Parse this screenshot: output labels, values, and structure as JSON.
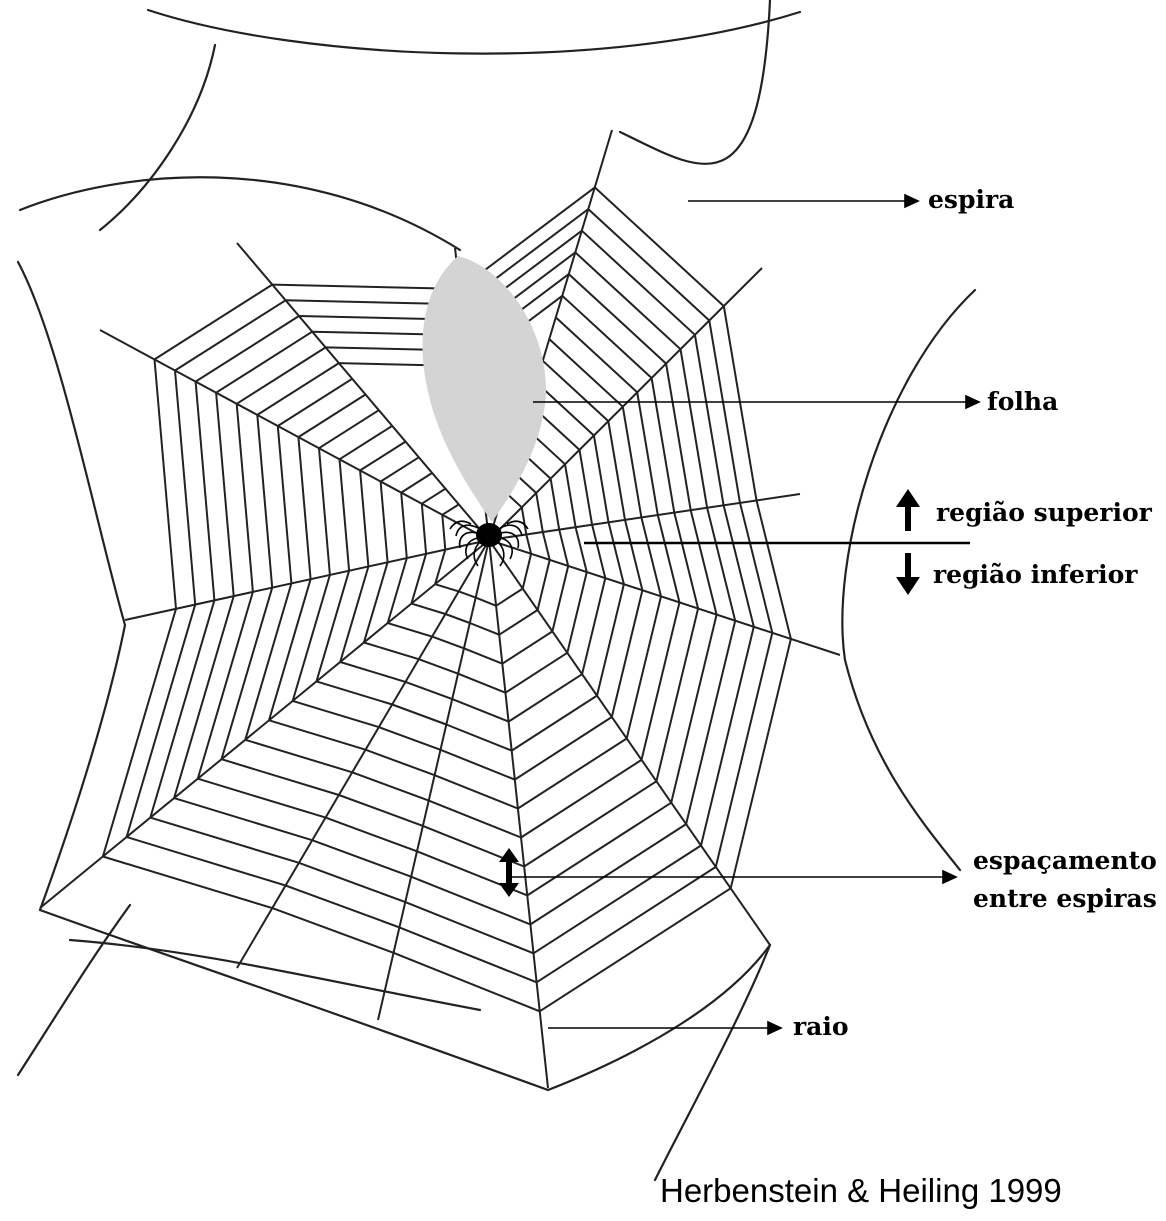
{
  "labels": {
    "spiral": "espira",
    "leaf": "folha",
    "upper_region": "região superior",
    "lower_region": "região inferior",
    "spacing_line1": "espaçamento",
    "spacing_line2": "entre espiras",
    "radius": "raio"
  },
  "credit": "Herbenstein & Heiling 1999",
  "colors": {
    "line": "#222222",
    "leaf": "#d4d4d4",
    "spider": "#000000"
  },
  "icons": [
    "spider-icon",
    "arrow-up-icon",
    "arrow-down-icon",
    "double-arrow-icon"
  ]
}
